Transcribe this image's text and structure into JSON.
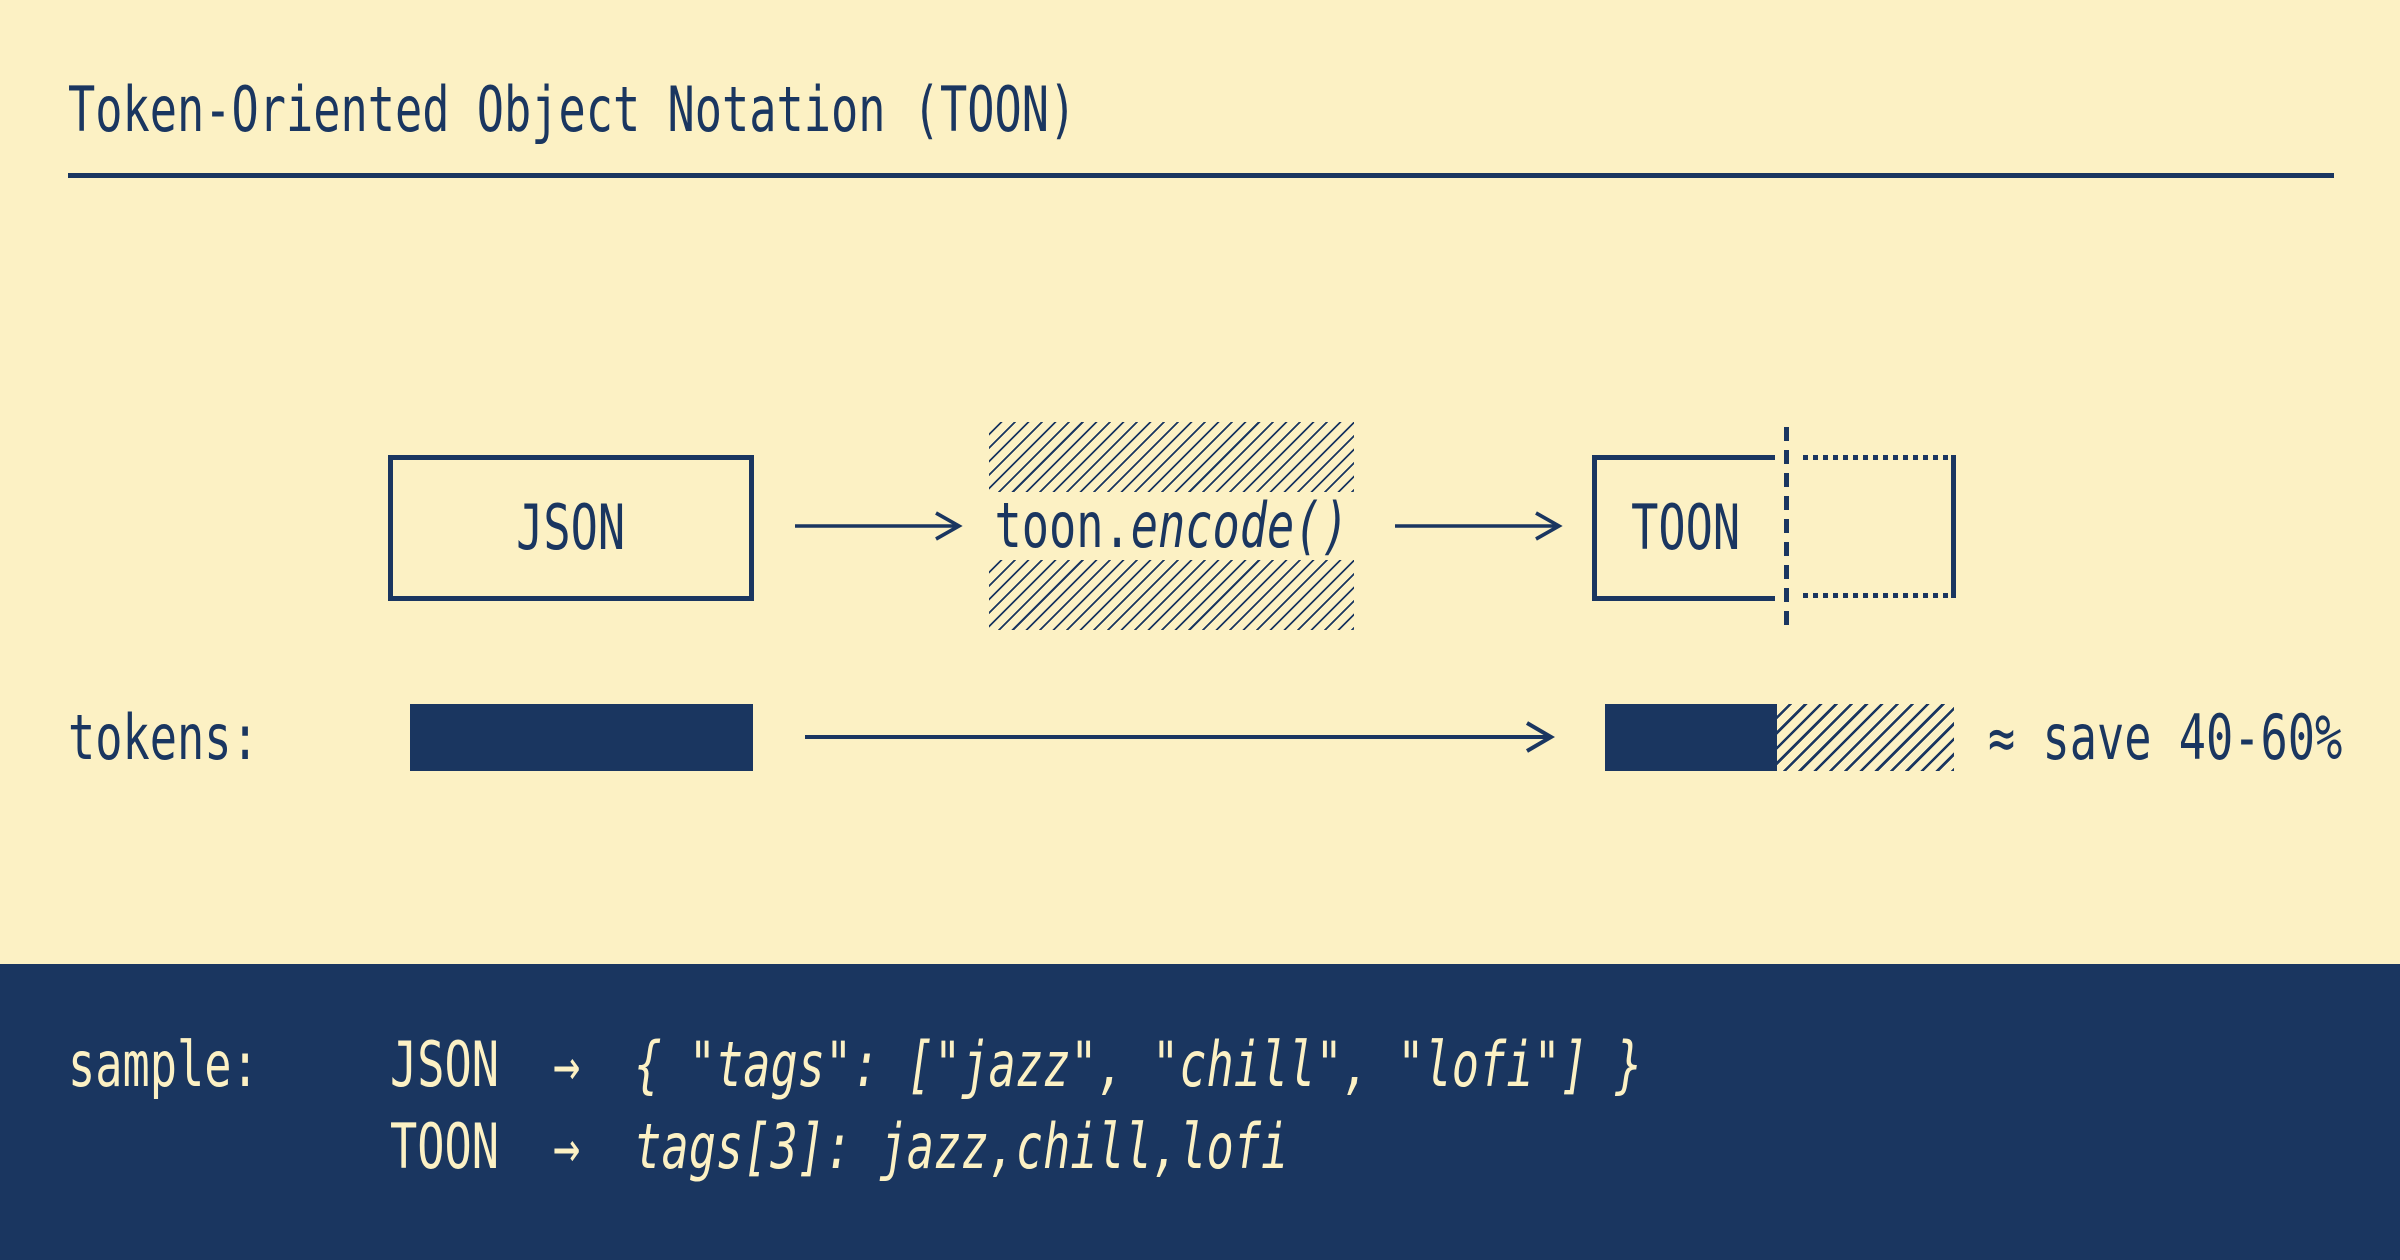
{
  "colors": {
    "background_cream": "#fcf1c4",
    "ink_navy": "#1a3660"
  },
  "title": "Token-Oriented Object Notation (TOON)",
  "flow": {
    "source_label": "JSON",
    "encode_prefix": "toon.",
    "encode_call": "encode()",
    "output_label": "TOON"
  },
  "tokens_row": {
    "label": "tokens:",
    "savings_note": "≈ save 40-60%"
  },
  "sample": {
    "label": "sample:",
    "rows": [
      {
        "format": "JSON",
        "arrow": "→",
        "code": "{ \"tags\": [\"jazz\", \"chill\", \"lofi\"] }"
      },
      {
        "format": "TOON",
        "arrow": "→",
        "code": "tags[3]: jazz,chill,lofi"
      }
    ]
  }
}
